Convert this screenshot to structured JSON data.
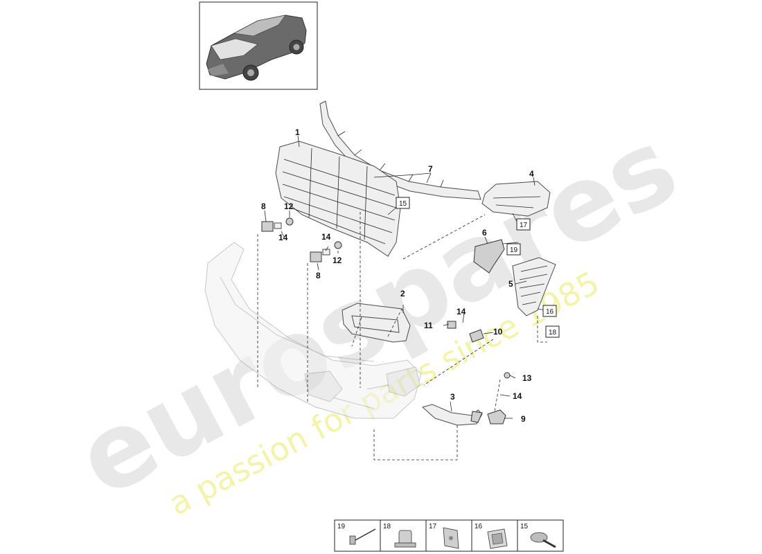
{
  "watermark": {
    "brand": "eurospares",
    "tagline": "a passion for parts since 1985"
  },
  "callouts": {
    "c1": "1",
    "c2": "2",
    "c3": "3",
    "c4": "4",
    "c5": "5",
    "c6": "6",
    "c7": "7",
    "c8a": "8",
    "c8b": "8",
    "c9": "9",
    "c10": "10",
    "c11": "11",
    "c12a": "12",
    "c12b": "12",
    "c13": "13",
    "c14a": "14",
    "c14b": "14",
    "c14c": "14",
    "c14d": "14"
  },
  "boxed_refs": {
    "b15": "15",
    "b16": "16",
    "b17": "17",
    "b18": "18",
    "b19": "19"
  },
  "legend": {
    "items": [
      "19",
      "18",
      "17",
      "16",
      "15"
    ]
  }
}
